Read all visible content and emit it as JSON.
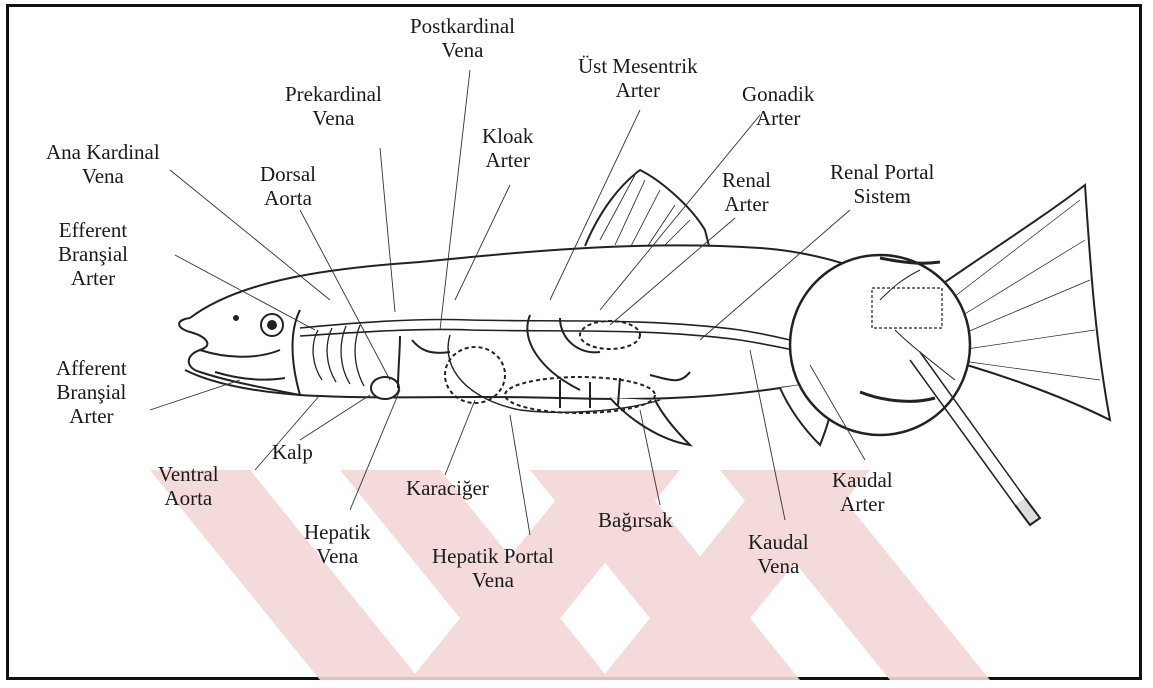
{
  "labels": {
    "postkardinal": [
      "Postkardinal",
      "Vena"
    ],
    "ust_mesentrik": [
      "Üst Mesentrik",
      "Arter"
    ],
    "prekardinal": [
      "Prekardinal",
      "Vena"
    ],
    "gonadik": [
      "Gonadik",
      "Arter"
    ],
    "kloak": [
      "Kloak",
      "Arter"
    ],
    "ana_kardinal": [
      "Ana Kardinal",
      "Vena"
    ],
    "dorsal_aorta": [
      "Dorsal",
      "Aorta"
    ],
    "renal_arter": [
      "Renal",
      "Arter"
    ],
    "renal_portal": [
      "Renal Portal",
      "Sistem"
    ],
    "efferent": [
      "Efferent",
      "Branşial",
      "Arter"
    ],
    "afferent": [
      "Afferent",
      "Branşial",
      "Arter"
    ],
    "kalp": [
      "Kalp"
    ],
    "ventral_aorta": [
      "Ventral",
      "Aorta"
    ],
    "karaciger": [
      "Karaciğer"
    ],
    "hepatik_vena": [
      "Hepatik",
      "Vena"
    ],
    "hepatik_portal": [
      "Hepatik Portal",
      "Vena"
    ],
    "bagirsak": [
      "Bağırsak"
    ],
    "kaudal_vena": [
      "Kaudal",
      "Vena"
    ],
    "kaudal_arter": [
      "Kaudal",
      "Arter"
    ]
  },
  "colors": {
    "watermark": "#f2d4d4",
    "line": "#222222"
  }
}
